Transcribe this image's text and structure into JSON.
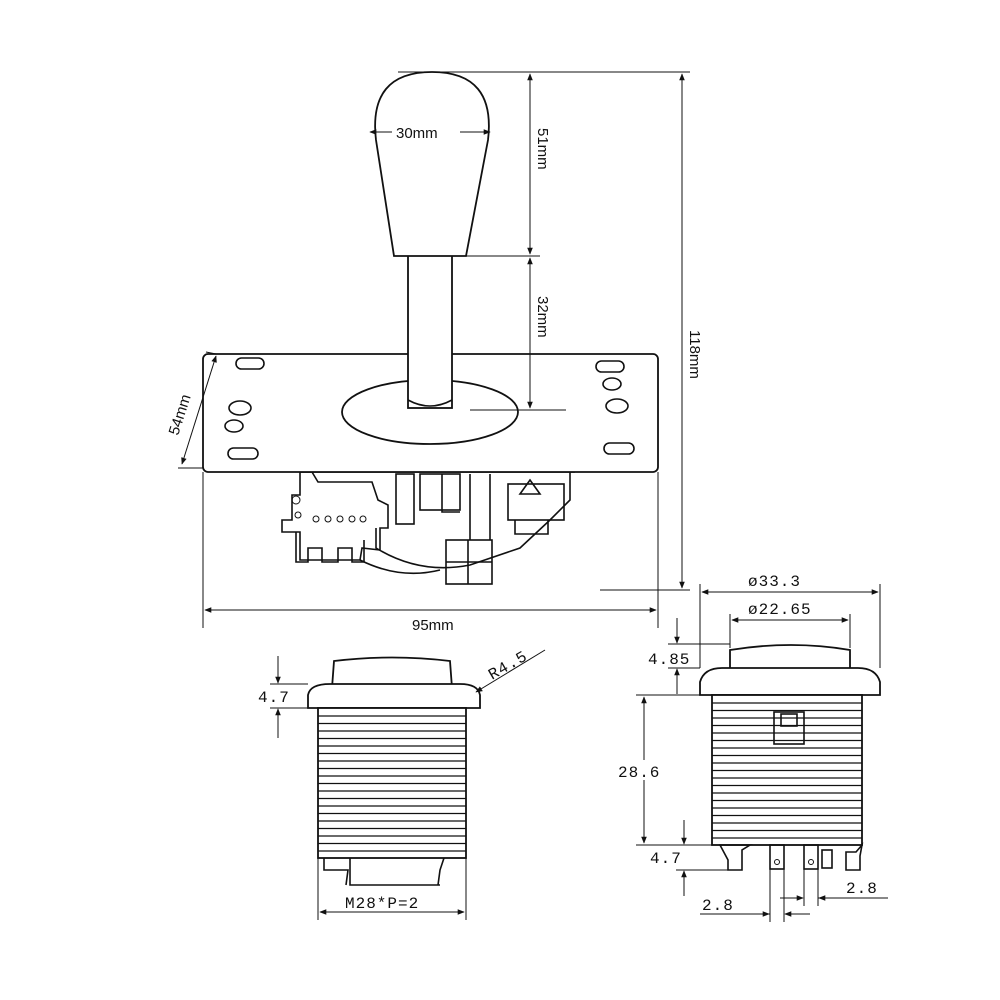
{
  "joystick": {
    "ball_diameter": "30mm",
    "ball_height": "51mm",
    "shaft_height": "32mm",
    "plate_depth": "54mm",
    "plate_width": "95mm",
    "total_height": "118mm"
  },
  "button_side": {
    "radius": "R4.5",
    "rim_height": "4.7",
    "thread": "M28*P=2"
  },
  "button_front": {
    "outer_diameter": "ø33.3",
    "inner_diameter": "ø22.65",
    "cap_height": "4.85",
    "body_height": "28.6",
    "rim_height": "4.7",
    "pin_left_width": "2.8",
    "pin_right_width": "2.8"
  }
}
